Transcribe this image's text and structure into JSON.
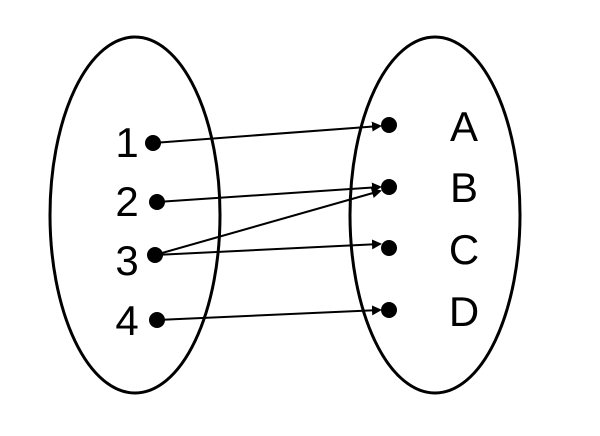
{
  "diagram": {
    "domain_set": {
      "elements": [
        "1",
        "2",
        "3",
        "4"
      ]
    },
    "codomain_set": {
      "elements": [
        "A",
        "B",
        "C",
        "D"
      ]
    },
    "mappings": [
      {
        "from": "1",
        "to": "A"
      },
      {
        "from": "2",
        "to": "B"
      },
      {
        "from": "3",
        "to": "B"
      },
      {
        "from": "3",
        "to": "C"
      },
      {
        "from": "4",
        "to": "D"
      }
    ],
    "colors": {
      "stroke": "#000000",
      "background": "#ffffff"
    }
  }
}
